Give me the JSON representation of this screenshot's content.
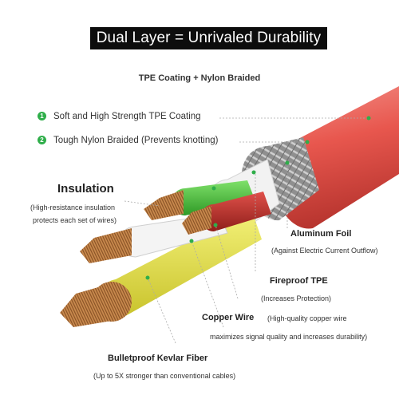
{
  "banner": {
    "title": "Dual Layer = Unrivaled Durability"
  },
  "subtitle": "TPE Coating + Nylon Braided",
  "legend": [
    {
      "number": "1",
      "text": "Soft and High Strength TPE Coating"
    },
    {
      "number": "2",
      "text": "Tough Nylon Braided  (Prevents knotting)"
    }
  ],
  "labels": {
    "insulation": {
      "title": "Insulation",
      "desc_line1": "(High-resistance insulation",
      "desc_line2": "protects each set of wires)"
    },
    "aluminum_foil": {
      "title": "Aluminum Foil",
      "desc": "(Against Electric Current Outflow)"
    },
    "fireproof_tpe": {
      "title": "Fireproof TPE",
      "desc": "(Increases Protection)"
    },
    "copper_wire": {
      "title": "Copper Wire",
      "desc_line1": "(High-quality copper wire",
      "desc_line2": "maximizes signal quality and increases durability)"
    },
    "kevlar": {
      "title": "Bulletproof Kevlar Fiber",
      "desc": "(Up to 5X stronger than conventional cables)"
    }
  },
  "colors": {
    "outer_coating": "#e8574e",
    "braid": "#9a9a9a",
    "green_wire": "#49c23a",
    "red_wire": "#c9302a",
    "yellow_fiber": "#e6e24a",
    "copper": "#c98a4e",
    "marker": "#2fae4a"
  }
}
